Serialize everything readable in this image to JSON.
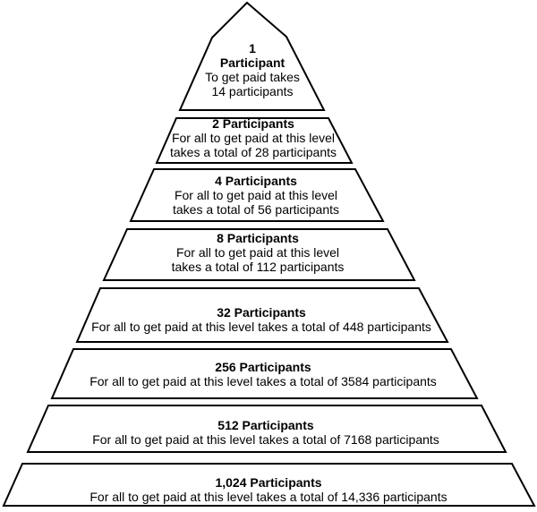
{
  "diagram": {
    "type": "pyramid",
    "colors": {
      "background": "#ffffff",
      "shape_fill": "#ffffff",
      "shape_stroke": "#000000",
      "text": "#000000"
    }
  },
  "levels": [
    {
      "title": "1",
      "subtitle": "Participant",
      "body1": "To get paid takes",
      "body2": "14 participants"
    },
    {
      "title": "2 Participants",
      "body1": "For all to get paid at this level",
      "body2": "takes a total of 28 participants"
    },
    {
      "title": "4 Participants",
      "body1": "For all to get paid at this level",
      "body2": "takes a total of 56 participants"
    },
    {
      "title": "8 Participants",
      "body1": "For all to get paid at this level",
      "body2": "takes a total of 112 participants"
    },
    {
      "title": "32 Participants",
      "body1": "For all to get paid at this level takes a total of 448 participants"
    },
    {
      "title": "256 Participants",
      "body1": "For all to get paid at this level takes a total of 3584 participants"
    },
    {
      "title": "512 Participants",
      "body1": "For all to get paid at this level takes a total of 7168 participants"
    },
    {
      "title": "1,024 Participants",
      "body1": "For all to get paid at this level takes a total of 14,336 participants"
    }
  ]
}
